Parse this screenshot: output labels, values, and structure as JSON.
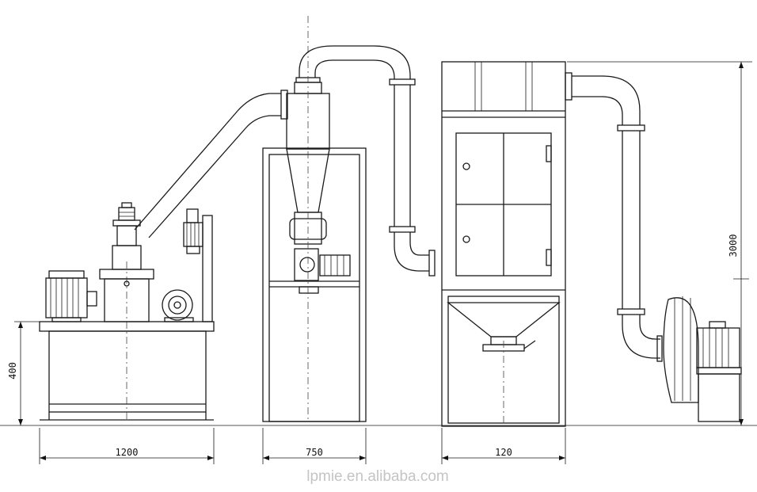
{
  "dimensions": {
    "width_left": "1200",
    "width_cyclone": "750",
    "width_collector": "120",
    "height_table": "400",
    "height_total": "3000"
  },
  "watermark": "lpmie.en.alibaba.com"
}
